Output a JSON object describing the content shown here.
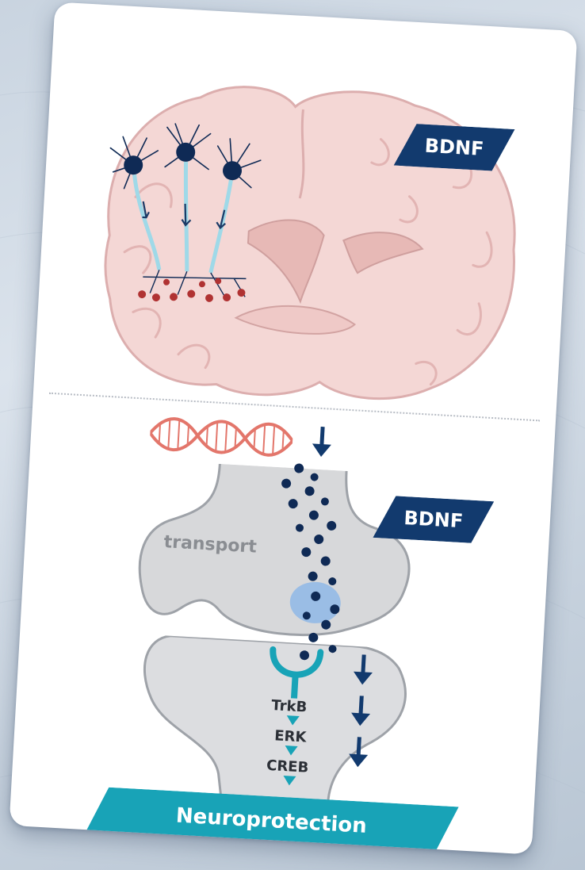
{
  "labels": {
    "top_tag": "BDNF",
    "mid_tag": "BDNF",
    "transport": "transport",
    "receptor": "TrkB",
    "kinase": "ERK",
    "factor": "CREB",
    "outcome": "Neuroprotection"
  },
  "colors": {
    "navy": "#123a6e",
    "teal": "#18a3b7",
    "brain_fill": "#f4d7d5",
    "brain_stroke": "#dcaeae",
    "dna": "#e3766b",
    "cell_gray": "#d7d8da"
  },
  "icons": [
    "brain-icon",
    "neuron-icon",
    "dna-icon",
    "down-arrow-icon"
  ]
}
